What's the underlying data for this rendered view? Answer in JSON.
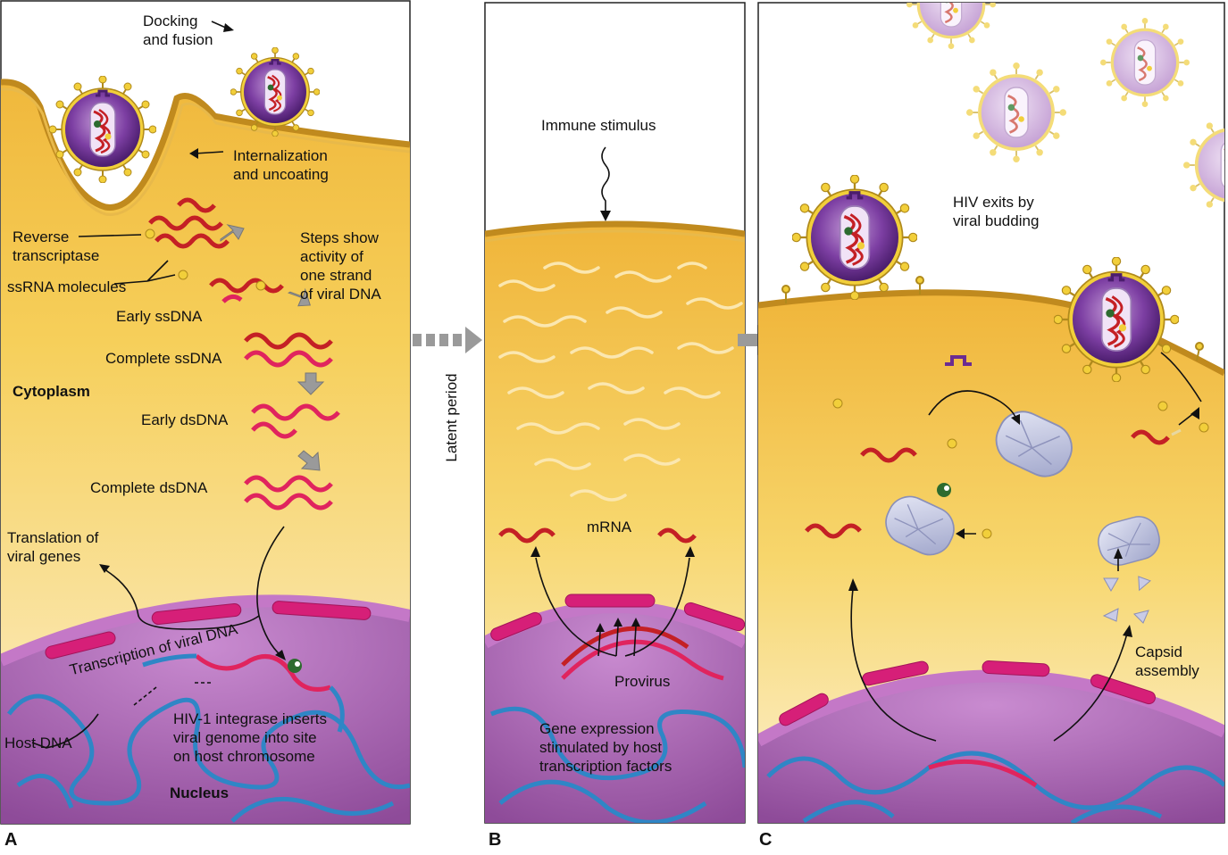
{
  "panels": {
    "a": {
      "letter": "A",
      "docking": "Docking\nand fusion",
      "internalization": "Internalization\nand uncoating",
      "reverse_transcriptase": "Reverse\ntranscriptase",
      "ssrna": "ssRNA molecules",
      "steps_note": "Steps show\nactivity of\none strand\nof viral DNA",
      "early_ssdna": "Early ssDNA",
      "complete_ssdna": "Complete ssDNA",
      "cytoplasm": "Cytoplasm",
      "early_dsdna": "Early dsDNA",
      "complete_dsdna": "Complete dsDNA",
      "translation": "Translation of\nviral genes",
      "transcription": "Transcription of viral DNA",
      "integrase": "HIV-1 integrase inserts\nviral genome into site\non host chromosome",
      "host_dna": "Host DNA",
      "nucleus": "Nucleus"
    },
    "latent": "Latent period",
    "b": {
      "letter": "B",
      "immune": "Immune stimulus",
      "mrna": "mRNA",
      "provirus": "Provirus",
      "gene_expression": "Gene expression\nstimulated by host\ntranscription factors"
    },
    "c": {
      "letter": "C",
      "hiv_exits": "HIV exits by\nviral budding",
      "capsid": "Capsid\nassembly"
    }
  },
  "colors": {
    "cytoplasm_top": "#f3c64a",
    "cytoplasm_bottom": "#fbeec8",
    "nucleus": "#a15aa8",
    "membrane": "#d9a233",
    "rna": "#c42025",
    "dna_viral": "#e0245e",
    "host_dna": "#2f86c6",
    "nuclear_pore": "#d61f78",
    "virion": "#6b2c91",
    "spike": "#f2cf3a"
  },
  "icons": [
    "hiv-virion-icon",
    "capsid-icon",
    "integrase-icon",
    "reverse-transcriptase-icon",
    "process-arrow-icon"
  ]
}
